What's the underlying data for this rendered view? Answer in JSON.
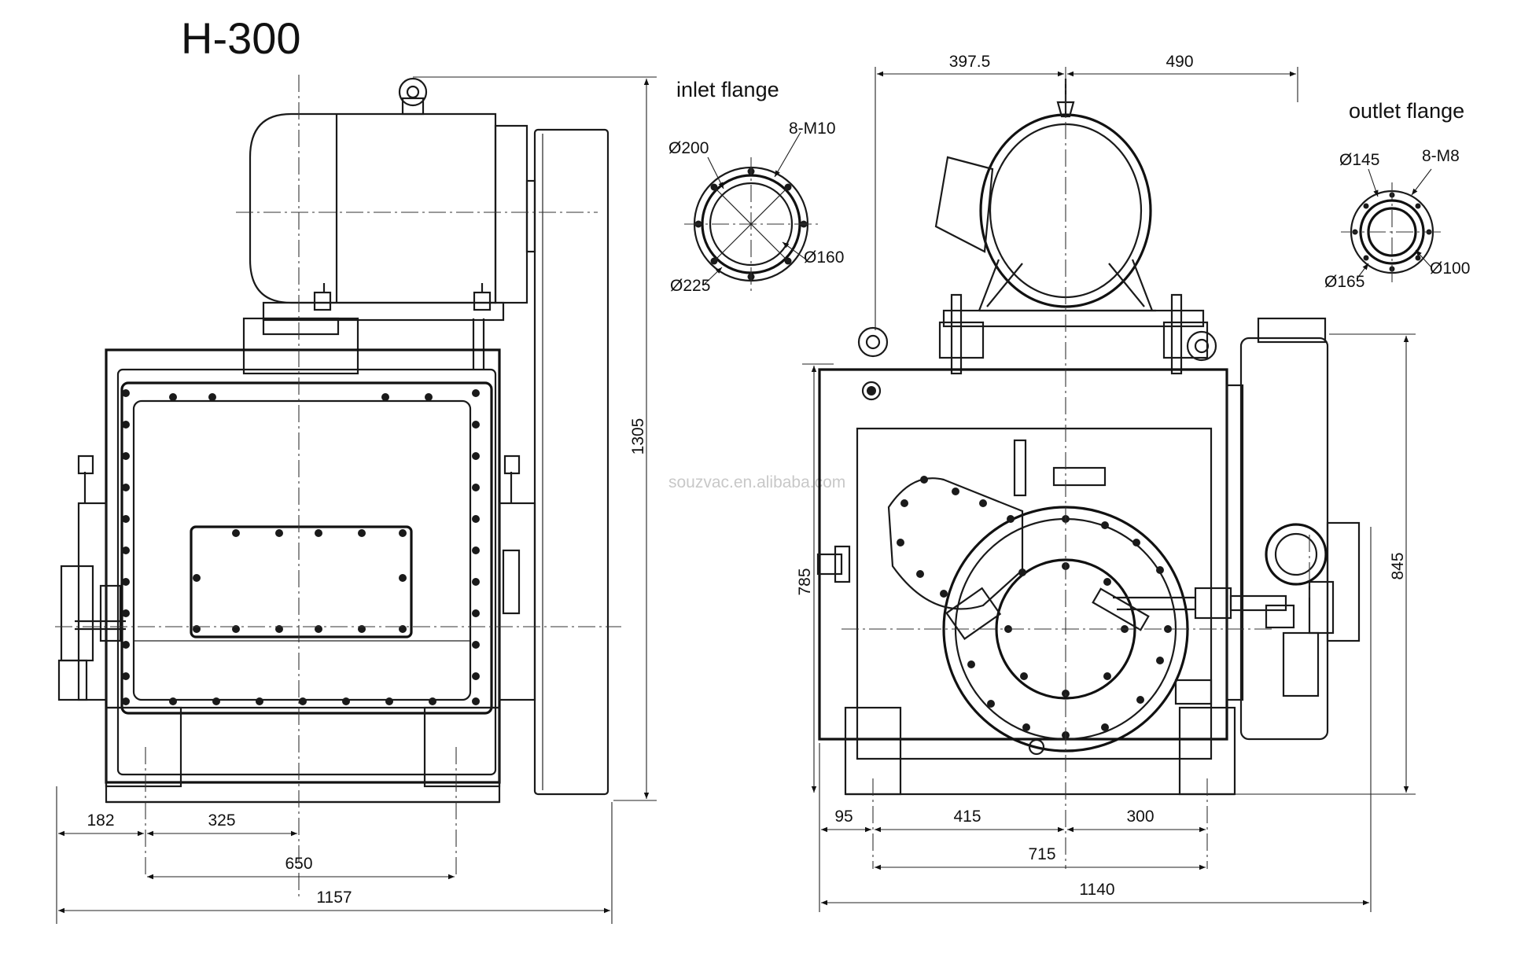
{
  "title": "H-300",
  "watermark": "souzvac.en.alibaba.com",
  "inlet_flange": {
    "label": "inlet flange",
    "bolts": "8-M10",
    "outer_diameter": "Ø225",
    "bolt_circle": "Ø200",
    "bore": "Ø160"
  },
  "outlet_flange": {
    "label": "outlet flange",
    "bolts": "8-M8",
    "outer_diameter": "Ø165",
    "bolt_circle": "Ø145",
    "bore": "Ø100"
  },
  "front_view": {
    "height": "1305",
    "dims": {
      "d182": "182",
      "d325": "325",
      "d650": "650",
      "d1157": "1157"
    }
  },
  "side_view": {
    "top_left": "397.5",
    "top_right": "490",
    "height_left": "785",
    "height_right": "845",
    "dims": {
      "d95": "95",
      "d415": "415",
      "d300": "300",
      "d715": "715",
      "d1140": "1140"
    }
  }
}
